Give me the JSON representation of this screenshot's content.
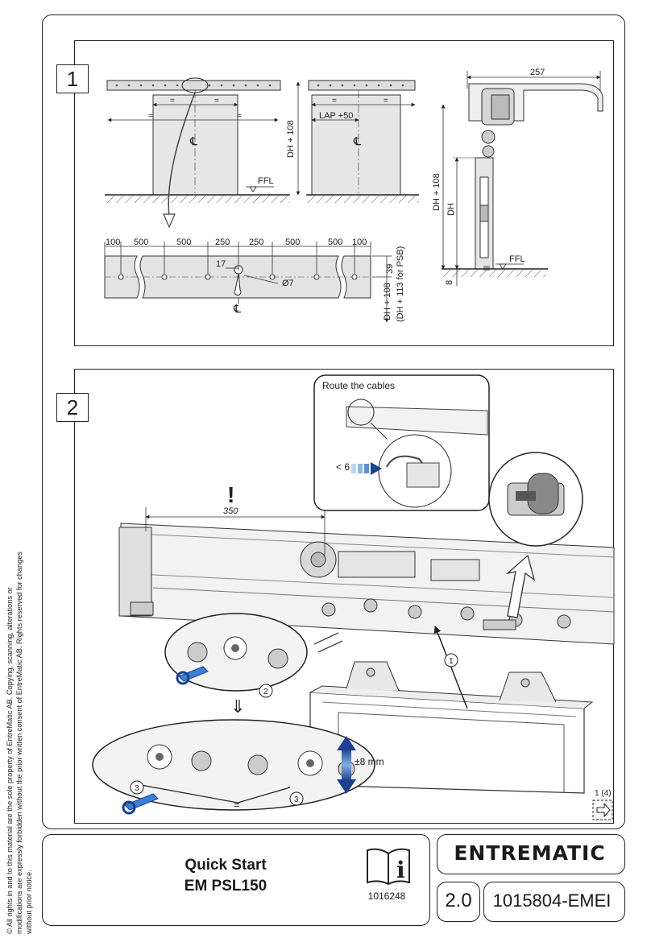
{
  "copyright": {
    "text": "© All rights in and to this material are the sole property of EntreMatic AB. Copying, scanning, alterations or modifications are expressly forbidden without the prior written consent of EntreMatic AB. Rights reserved for changes without prior notice."
  },
  "step1": {
    "number": "1",
    "front": {
      "equals": "=",
      "centerline": "℄",
      "ffl": "FFL",
      "height_label": "DH + 108",
      "lap_label": "LAP +50"
    },
    "rail": {
      "spacings": [
        "100",
        "500",
        "500",
        "250",
        "250",
        "500",
        "500",
        "100"
      ],
      "offset_17": "17",
      "hole_dia": "Ø7",
      "dim_39": "39",
      "height_label": "DH + 108",
      "height_psb": "(DH + 113 for PSB)"
    },
    "section": {
      "width": "257",
      "dh108": "DH + 108",
      "dh": "DH",
      "ffl": "FFL",
      "floor_gap": "8"
    }
  },
  "step2": {
    "number": "2",
    "callout_title": "Route the cables",
    "cable_lt": "< 6",
    "warning": "!",
    "distance": "350",
    "adjust": "±8 mm",
    "equals": "=",
    "markers": [
      "1",
      "2",
      "3",
      "3"
    ],
    "page_ref": "1 (4)"
  },
  "footer": {
    "title_line1": "Quick Start",
    "title_line2": "EM PSL150",
    "manual_no": "1016248",
    "brand": "ENTREMATIC",
    "version": "2.0",
    "part_no": "1015804-EMEI"
  }
}
